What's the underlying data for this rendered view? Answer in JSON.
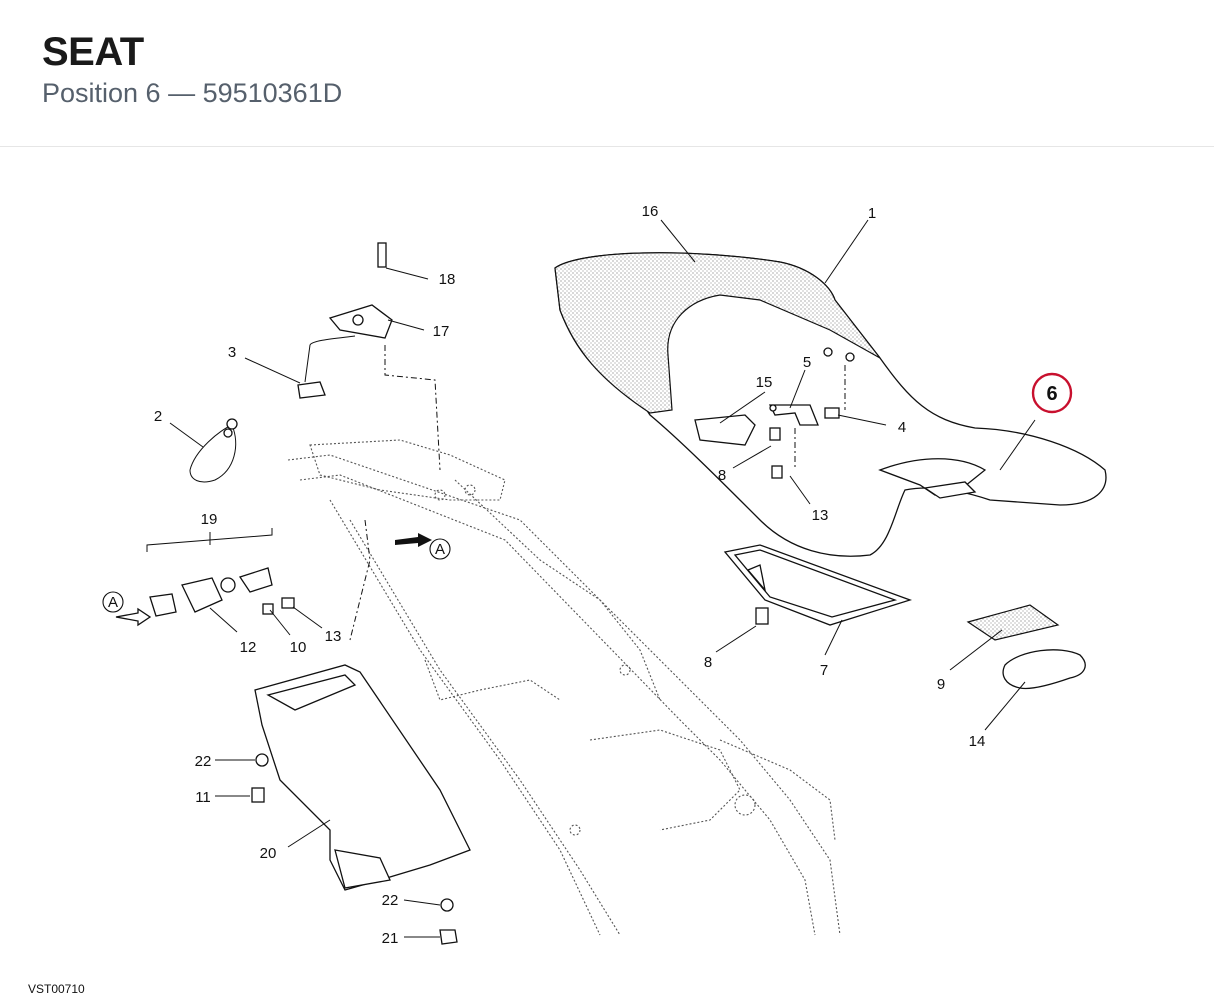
{
  "header": {
    "title": "SEAT",
    "subtitle": "Position 6 — 59510361D"
  },
  "diagram": {
    "reference_code": "VST00710",
    "highlighted_callout": "6",
    "highlight_color": "#c8102e",
    "callouts": {
      "c1": "1",
      "c2": "2",
      "c3": "3",
      "c4": "4",
      "c5": "5",
      "c7": "7",
      "c8a": "8",
      "c8b": "8",
      "c9": "9",
      "c10": "10",
      "c11": "11",
      "c12": "12",
      "c13a": "13",
      "c13b": "13",
      "c14": "14",
      "c15": "15",
      "c16": "16",
      "c17": "17",
      "c18": "18",
      "c19": "19",
      "c20": "20",
      "c21": "21",
      "c22a": "22",
      "c22b": "22"
    },
    "view_markers": {
      "a1": "A",
      "a2": "A"
    }
  }
}
